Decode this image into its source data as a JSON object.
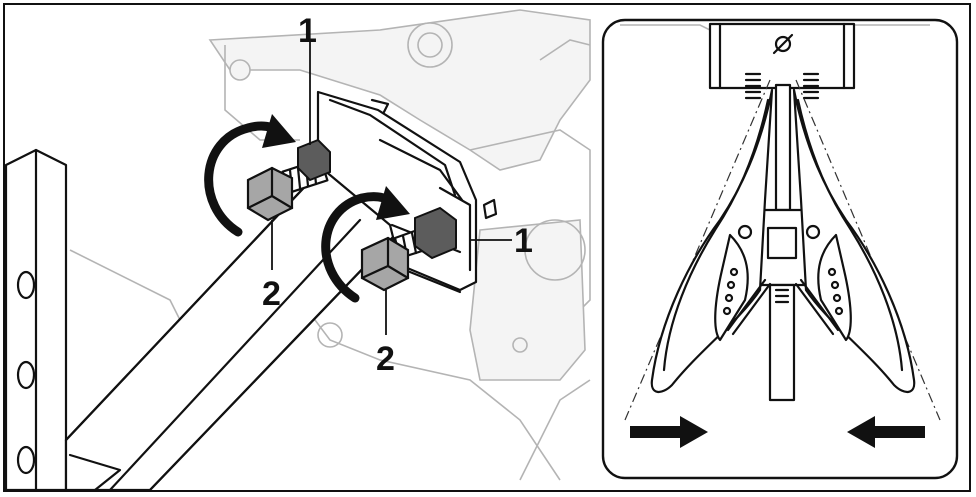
{
  "callouts": {
    "nut_top": "1",
    "nut_right": "1",
    "bolt_left": "2",
    "bolt_bottom": "2"
  },
  "icons": {
    "rotate_arrow": "curved-rotation-arrow-icon",
    "push_right": "arrow-right-icon",
    "push_left": "arrow-left-icon"
  },
  "colors": {
    "line": "#111111",
    "ghost": "#b4b4b4",
    "bolt": "#a6a6a6",
    "nut": "#5c5c5c"
  }
}
